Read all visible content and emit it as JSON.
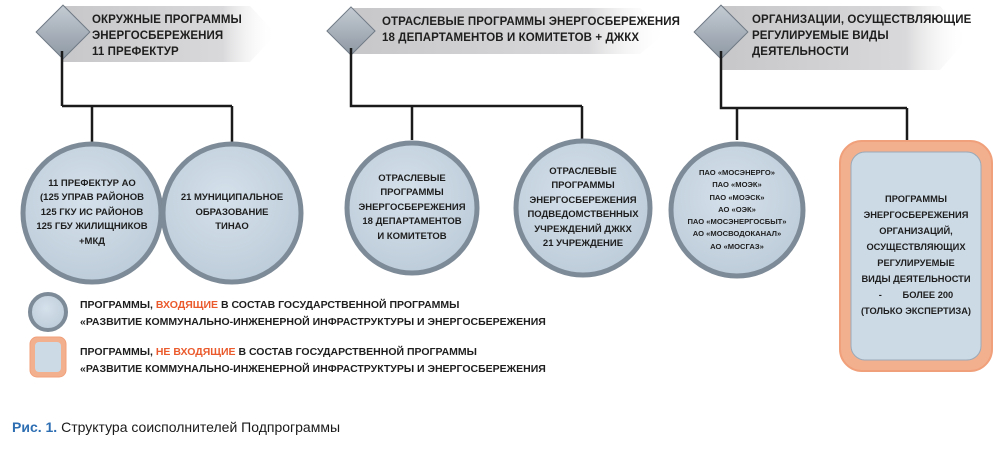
{
  "colors": {
    "accent": "#ea5a2c",
    "circle_fill": "#c9d7e4",
    "circle_border": "#7d8a97",
    "box_fill": "#f3b08f",
    "caption_blue": "#2d6eb3"
  },
  "headers": [
    {
      "lines": [
        "ОКРУЖНЫЕ ПРОГРАММЫ",
        "ЭНЕРГОСБЕРЕЖЕНИЯ",
        "11 ПРЕФЕКТУР"
      ]
    },
    {
      "lines": [
        "ОТРАСЛЕВЫЕ ПРОГРАММЫ ЭНЕРГОСБЕРЕЖЕНИЯ",
        "18 ДЕПАРТАМЕНТОВ И КОМИТЕТОВ + ДЖКХ"
      ]
    },
    {
      "lines": [
        "ОРГАНИЗАЦИИ, ОСУЩЕСТВЛЯЮЩИЕ",
        "РЕГУЛИРУЕМЫЕ ВИДЫ",
        "ДЕЯТЕЛЬНОСТИ"
      ]
    }
  ],
  "circles": [
    {
      "lines": [
        "11 ПРЕФЕКТУР АО",
        "(125 УПРАВ РАЙОНОВ",
        "125 ГКУ ИС РАЙОНОВ",
        "125 ГБУ ЖИЛИЩНИКОВ",
        "+МКД"
      ]
    },
    {
      "lines": [
        "21 МУНИЦИПАЛЬНОЕ",
        "ОБРАЗОВАНИЕ",
        "ТИНАО"
      ]
    },
    {
      "lines": [
        "ОТРАСЛЕВЫЕ",
        "ПРОГРАММЫ",
        "ЭНЕРГОСБЕРЕЖЕНИЯ",
        "18 ДЕПАРТАМЕНТОВ",
        "И КОМИТЕТОВ"
      ]
    },
    {
      "lines": [
        "ОТРАСЛЕВЫЕ",
        "ПРОГРАММЫ",
        "ЭНЕРГОСБЕРЕЖЕНИЯ",
        "ПОДВЕДОМСТВЕННЫХ",
        "УЧРЕЖДЕНИЙ ДЖКХ",
        "21 УЧРЕЖДЕНИЕ"
      ]
    },
    {
      "lines": [
        "ПАО «МОСЭНЕРГО»",
        "ПАО «МОЭК»",
        "ПАО «МОЭСК»",
        "АО «ОЭК»",
        "ПАО «МОСЭНЕРГОСБЫТ»",
        "АО «МОСВОДОКАНАЛ»",
        "АО «МОСГАЗ»"
      ]
    }
  ],
  "box": {
    "lines": [
      "ПРОГРАММЫ",
      "ЭНЕРГОСБЕРЕЖЕНИЯ",
      "ОРГАНИЗАЦИЙ,",
      "ОСУЩЕСТВЛЯЮЩИХ",
      "РЕГУЛИРУЕМЫЕ",
      "ВИДЫ ДЕЯТЕЛЬНОСТИ",
      "-        БОЛЕЕ 200",
      "(ТОЛЬКО ЭКСПЕРТИЗА)"
    ]
  },
  "legend": {
    "in": {
      "pre": "ПРОГРАММЫ, ",
      "hl": "ВХОДЯЩИЕ",
      "post": " В СОСТАВ ГОСУДАРСТВЕННОЙ ПРОГРАММЫ",
      "line2": "«РАЗВИТИЕ КОММУНАЛЬНО-ИНЖЕНЕРНОЙ ИНФРАСТРУКТУРЫ И ЭНЕРГОСБЕРЕЖЕНИЯ"
    },
    "out": {
      "pre": "ПРОГРАММЫ, ",
      "hl": "НЕ ВХОДЯЩИЕ",
      "post": " В СОСТАВ ГОСУДАРСТВЕННОЙ ПРОГРАММЫ",
      "line2": "«РАЗВИТИЕ КОММУНАЛЬНО-ИНЖЕНЕРНОЙ ИНФРАСТРУКТУРЫ И ЭНЕРГОСБЕРЕЖЕНИЯ"
    }
  },
  "caption": {
    "fig": "Рис. 1.",
    "text": " Структура соисполнителей Подпрограммы"
  }
}
